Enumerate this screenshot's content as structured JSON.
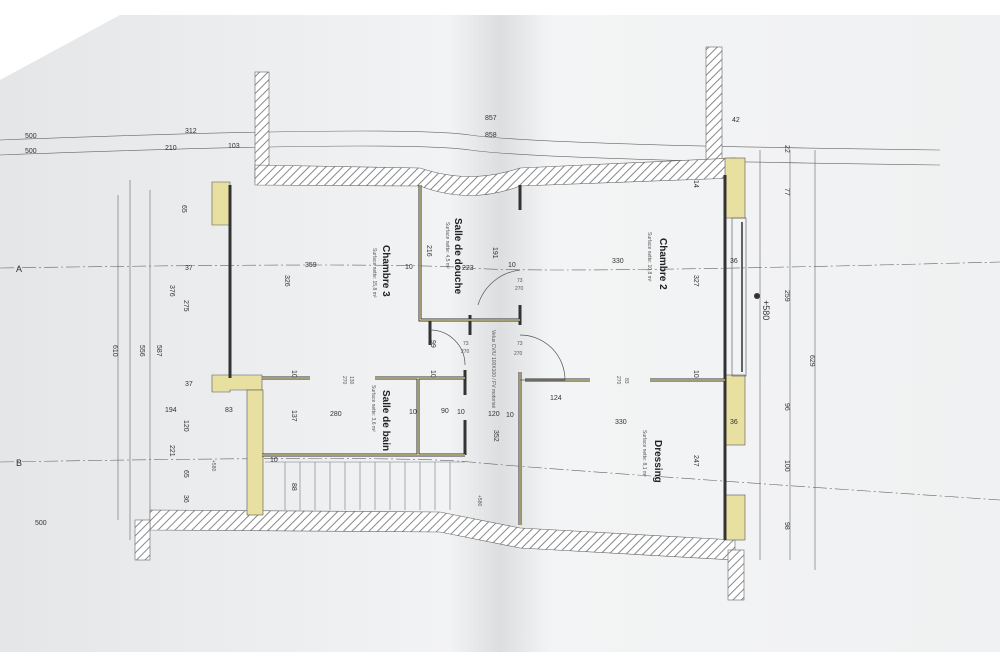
{
  "plan": {
    "axes": [
      "A",
      "B"
    ],
    "level": "+580",
    "rooms": [
      {
        "name": "Chambre 3",
        "surface": "Surface nette: 15,8 m²"
      },
      {
        "name": "Salle de douche",
        "surface": "Surface nette: 4,5 m²"
      },
      {
        "name": "Chambre 2",
        "surface": "Surface nette: 10,8 m²"
      },
      {
        "name": "Salle de bain",
        "surface": "Surface nette: 3,6 m²"
      },
      {
        "name": "Dressing",
        "surface": "Surface nette: 8,1 m²"
      }
    ],
    "velux": "Velux CV/U 100X100 / FV motorisé",
    "door_sizes": [
      "73",
      "270",
      "73",
      "270",
      "73",
      "270",
      "130",
      "270",
      "83",
      "270"
    ],
    "dims_top": [
      "500",
      "500",
      "312",
      "210",
      "103",
      "857",
      "858",
      "42"
    ],
    "dims_left": [
      "65",
      "376",
      "275",
      "610",
      "587",
      "556",
      "120",
      "221",
      "65",
      "36",
      "37",
      "37",
      "194",
      "83"
    ],
    "dims_inner": [
      "359",
      "326",
      "216",
      "10",
      "223",
      "191",
      "10",
      "330",
      "327",
      "36",
      "14",
      "10",
      "99",
      "10",
      "10",
      "280",
      "137",
      "10",
      "90",
      "10",
      "120",
      "10",
      "352",
      "124",
      "330",
      "247",
      "36",
      "10",
      "88"
    ],
    "dims_right": [
      "22",
      "77",
      "259",
      "629",
      "96",
      "100",
      "98"
    ],
    "dims_bottom": [
      "500"
    ]
  }
}
